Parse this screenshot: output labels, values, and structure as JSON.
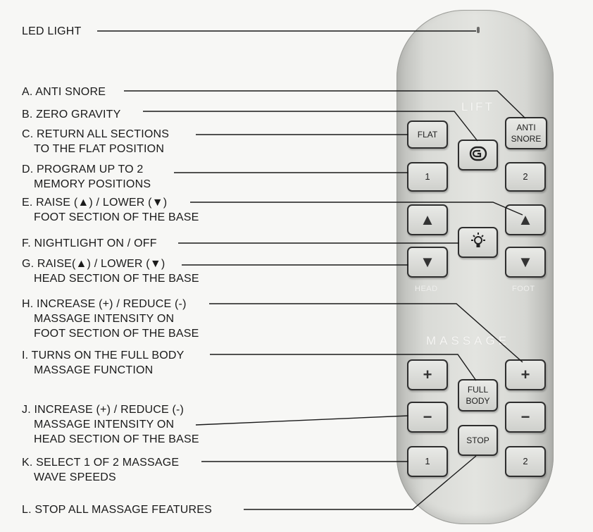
{
  "labels": {
    "led": "LED LIGHT",
    "a": "A. ANTI SNORE",
    "b": "B. ZERO GRAVITY",
    "c1": "C. RETURN ALL SECTIONS",
    "c2": "TO THE FLAT POSITION",
    "d1": "D. PROGRAM UP TO 2",
    "d2": "MEMORY POSITIONS",
    "e1": "E. RAISE (▲) / LOWER (▼)",
    "e2": "FOOT SECTION OF THE BASE",
    "f": "F. NIGHTLIGHT ON / OFF",
    "g1": "G. RAISE(▲) / LOWER (▼)",
    "g2": "HEAD SECTION OF THE BASE",
    "h1": "H. INCREASE (+) / REDUCE (-)",
    "h2": "MASSAGE INTENSITY ON",
    "h3": "FOOT SECTION OF THE BASE",
    "i1": "I. TURNS ON THE FULL BODY",
    "i2": "MASSAGE FUNCTION",
    "j1": "J. INCREASE (+) / REDUCE (-)",
    "j2": "MASSAGE INTENSITY ON",
    "j3": "HEAD SECTION OF THE BASE",
    "k1": "K. SELECT 1 OF 2 MASSAGE",
    "k2": "WAVE SPEEDS",
    "l": "L. STOP ALL MASSAGE FEATURES"
  },
  "remote": {
    "lift_title": "LIFT",
    "massage_title": "MASSAGE",
    "head_label": "HEAD",
    "foot_label": "FOOT",
    "buttons": {
      "flat": "FLAT",
      "anti_snore_1": "ANTI",
      "anti_snore_2": "SNORE",
      "memory_1": "1",
      "memory_2": "2",
      "raise": "▲",
      "lower": "▼",
      "plus": "+",
      "minus": "−",
      "full_1": "FULL",
      "full_2": "BODY",
      "stop": "STOP",
      "wave_1": "1",
      "wave_2": "2"
    }
  },
  "icons": {
    "zero_gravity": "zero-gravity-icon",
    "nightlight": "lightbulb-icon"
  }
}
